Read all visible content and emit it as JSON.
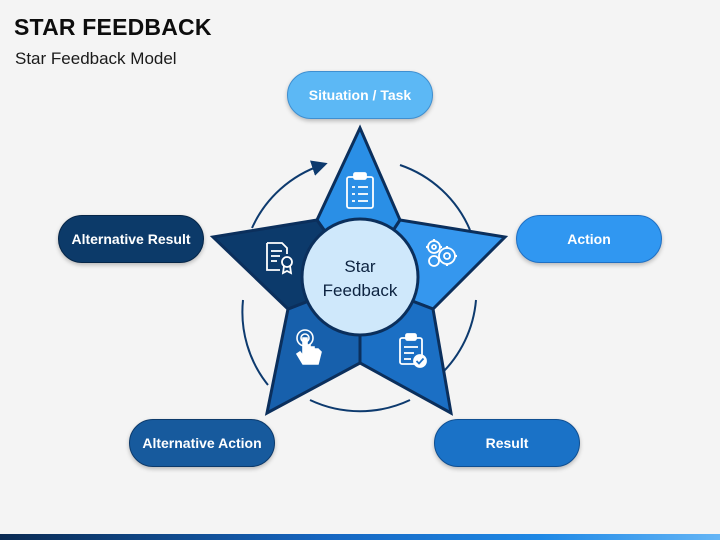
{
  "header": {
    "title": "STAR FEEDBACK",
    "subtitle": "Star Feedback Model"
  },
  "center": {
    "line1": "Star",
    "line2": "Feedback"
  },
  "labels": {
    "situation_task": "Situation / Task",
    "action": "Action",
    "result": "Result",
    "alternative_action": "Alternative Action",
    "alternative_result": "Alternative Result"
  },
  "icons": {
    "situation_task": "clipboard-icon",
    "action": "gears-icon",
    "result": "checklist-icon",
    "alternative_action": "touch-hand-icon",
    "alternative_result": "certificate-icon"
  },
  "colors": {
    "star_top": "#2a8fe6",
    "star_right": "#3597ee",
    "star_bottom_right": "#1b6fc4",
    "star_bottom_left": "#1760ac",
    "star_left": "#0c3a6b",
    "center_circle": "#cfe8fb",
    "ring": "#0d3a6e"
  }
}
